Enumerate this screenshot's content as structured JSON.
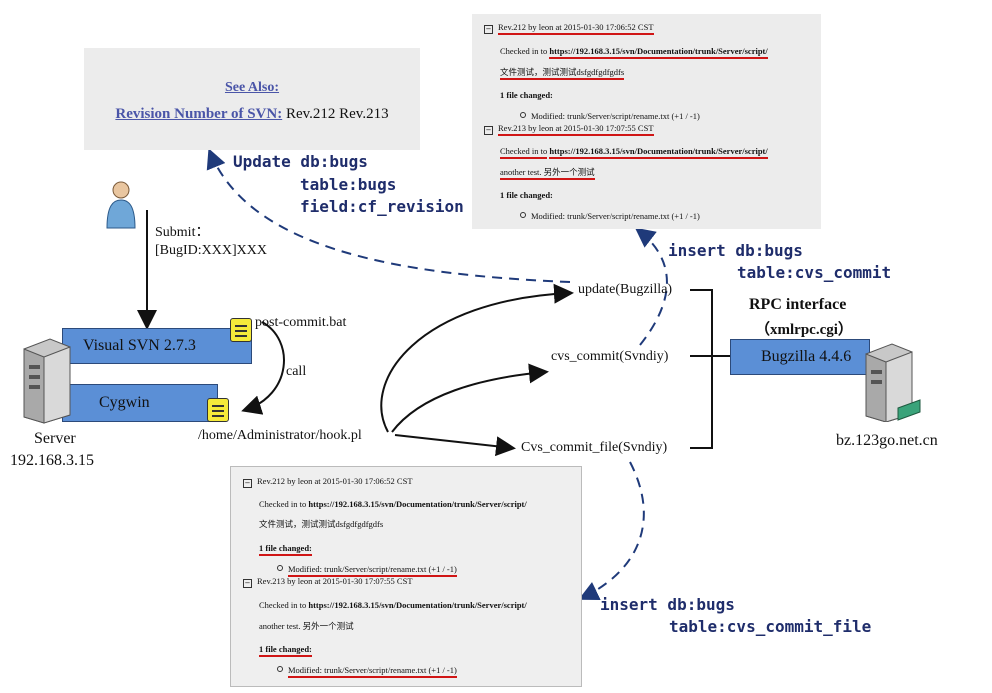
{
  "see_also": {
    "title": "See Also:",
    "label": "Revision Number of SVN:",
    "revisions": "Rev.212 Rev.213"
  },
  "revision_panel": {
    "rev212_header": "Rev.212 by leon at 2015-01-30 17:06:52 CST",
    "checked_in_prefix": "Checked in to",
    "checked_in_url": "https://192.168.3.15/svn/Documentation/trunk/Server/script/",
    "rev212_message": "文件测试，测试测试dsfgdfgdfgdfs",
    "files_changed": "1 file changed:",
    "modified_line": "Modified: trunk/Server/script/rename.txt (+1 / -1)",
    "rev213_header": "Rev.213 by leon at 2015-01-30 17:07:55 CST",
    "rev213_message": "another test. 另外一个测试"
  },
  "annotations": {
    "update_line1": "Update db:bugs",
    "update_line2": "table:bugs",
    "update_line3": "field:cf_revision",
    "insert_commit_line1": "insert db:bugs",
    "insert_commit_line2": "table:cvs_commit",
    "insert_file_line1": "insert db:bugs",
    "insert_file_line2": "table:cvs_commit_file"
  },
  "user": {
    "submit_label": "Submit：",
    "submit_format": "[BugID:XXX]XXX"
  },
  "server": {
    "visual_svn": "Visual SVN 2.7.3",
    "cygwin": "Cygwin",
    "post_commit": "post-commit.bat",
    "call": "call",
    "hook": "/home/Administrator/hook.pl",
    "name": "Server",
    "ip": "192.168.3.15"
  },
  "functions": {
    "update": "update(Bugzilla)",
    "cvs_commit": "cvs_commit(Svndiy)",
    "cvs_commit_file": "Cvs_commit_file(Svndiy)"
  },
  "bugzilla": {
    "rpc_title": "RPC interface",
    "rpc_cgi": "（xmlrpc.cgi）",
    "version": "Bugzilla 4.4.6",
    "host": "bz.123go.net.cn"
  },
  "colors": {
    "arrow_dashed": "#1f3a7a",
    "underline_red": "#d01515",
    "bar_blue": "#5b8fd6",
    "annotation_navy": "#1f2d6b",
    "link_blue": "#4a55a8"
  }
}
